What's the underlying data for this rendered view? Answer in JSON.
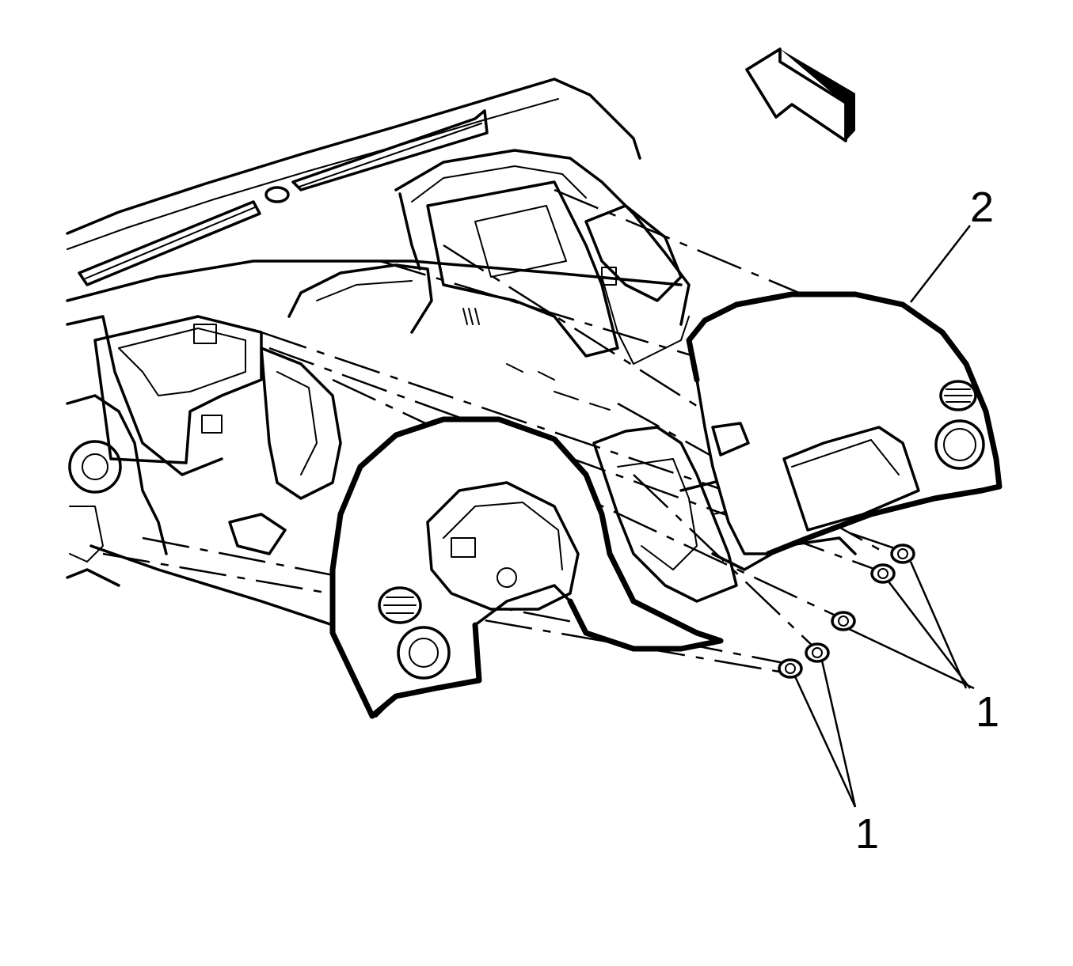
{
  "callouts": {
    "part_2": "2",
    "fasteners_right": "1",
    "fasteners_lower": "1"
  },
  "icons": {
    "direction_arrow": "front-direction-arrow-icon",
    "fastener": "bolt-icon"
  }
}
